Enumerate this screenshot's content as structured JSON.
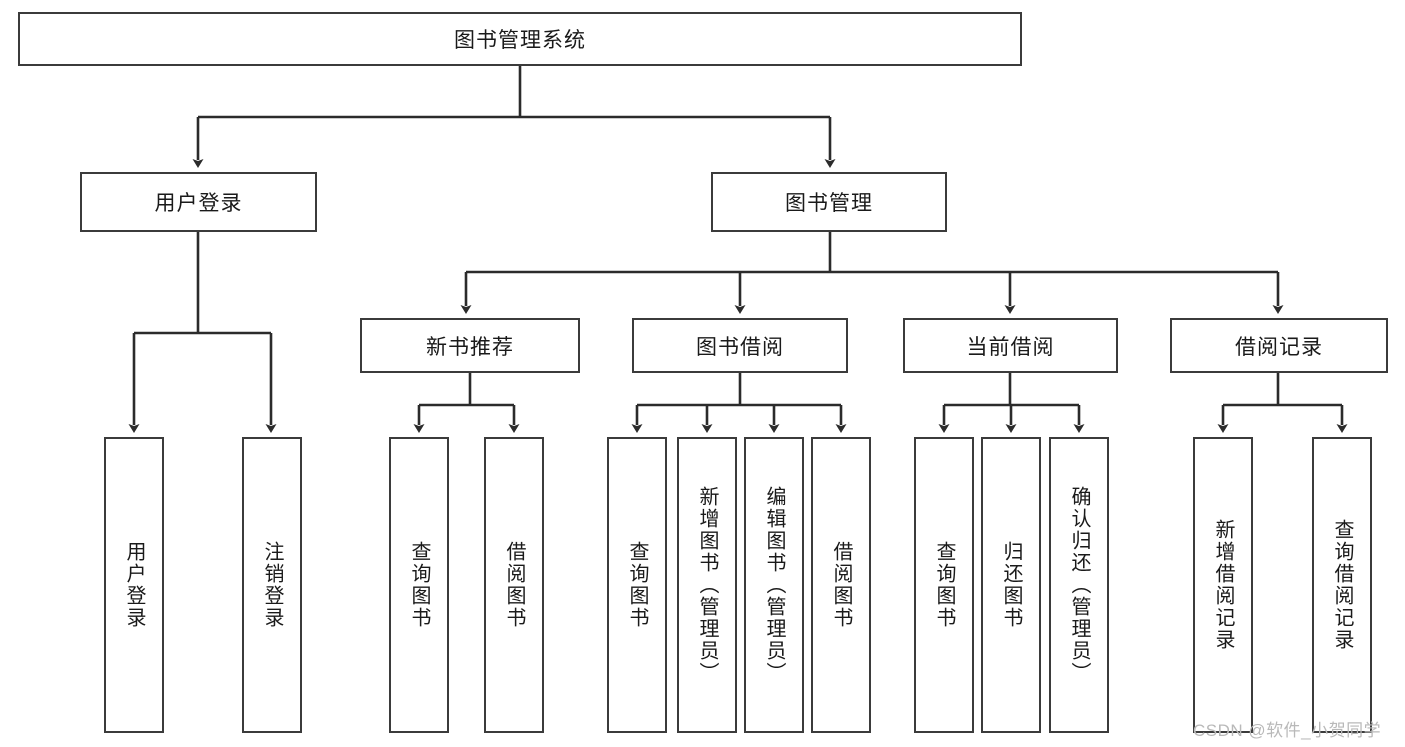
{
  "diagram": {
    "title": "图书管理系统",
    "type": "tree-hierarchy-diagram",
    "colors": {
      "box_border": "#3b3b3b",
      "box_fill": "#ffffff",
      "edge": "#2b2b2b",
      "text": "#1a1a1a",
      "watermark": "#b9b9b9",
      "background": "#ffffff"
    },
    "root": {
      "label": "图书管理系统"
    },
    "level2": [
      {
        "label": "用户登录"
      },
      {
        "label": "图书管理"
      }
    ],
    "level3": [
      {
        "label": "新书推荐"
      },
      {
        "label": "图书借阅"
      },
      {
        "label": "当前借阅"
      },
      {
        "label": "借阅记录"
      }
    ],
    "leaves": {
      "user_login": [
        {
          "label": "用户登录"
        },
        {
          "label": "注销登录"
        }
      ],
      "new_book_recommend": [
        {
          "label": "查询图书"
        },
        {
          "label": "借阅图书"
        }
      ],
      "book_borrow": [
        {
          "label": "查询图书"
        },
        {
          "label": "新增图书（管理员）"
        },
        {
          "label": "编辑图书（管理员）"
        },
        {
          "label": "借阅图书"
        }
      ],
      "current_borrow": [
        {
          "label": "查询图书"
        },
        {
          "label": "归还图书"
        },
        {
          "label": "确认归还（管理员）"
        }
      ],
      "borrow_record": [
        {
          "label": "新增借阅记录"
        },
        {
          "label": "查询借阅记录"
        }
      ]
    }
  },
  "watermark": {
    "text": "CSDN @软件_小贺同学"
  }
}
